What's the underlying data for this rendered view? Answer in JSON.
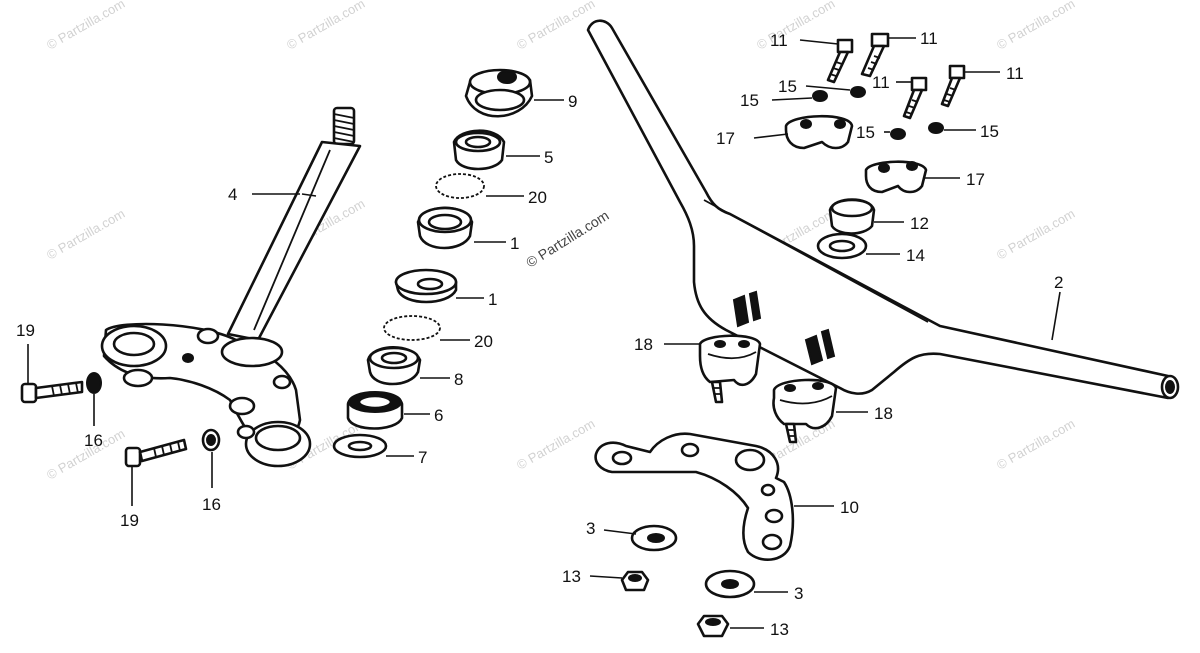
{
  "watermark": {
    "text": "© Partzilla.com",
    "prominent_text": "© Partzilla.com"
  },
  "callouts": {
    "c1a": "1",
    "c1b": "1",
    "c2": "2",
    "c3a": "3",
    "c3b": "3",
    "c4": "4",
    "c5": "5",
    "c6": "6",
    "c7": "7",
    "c8": "8",
    "c9": "9",
    "c10": "10",
    "c11a": "11",
    "c11b": "11",
    "c11c": "11",
    "c11d": "11",
    "c12": "12",
    "c13a": "13",
    "c13b": "13",
    "c14": "14",
    "c15a": "15",
    "c15b": "15",
    "c15c": "15",
    "c15d": "15",
    "c16a": "16",
    "c16b": "16",
    "c17a": "17",
    "c17b": "17",
    "c18a": "18",
    "c18b": "18",
    "c19a": "19",
    "c19b": "19",
    "c20a": "20",
    "c20b": "20"
  }
}
